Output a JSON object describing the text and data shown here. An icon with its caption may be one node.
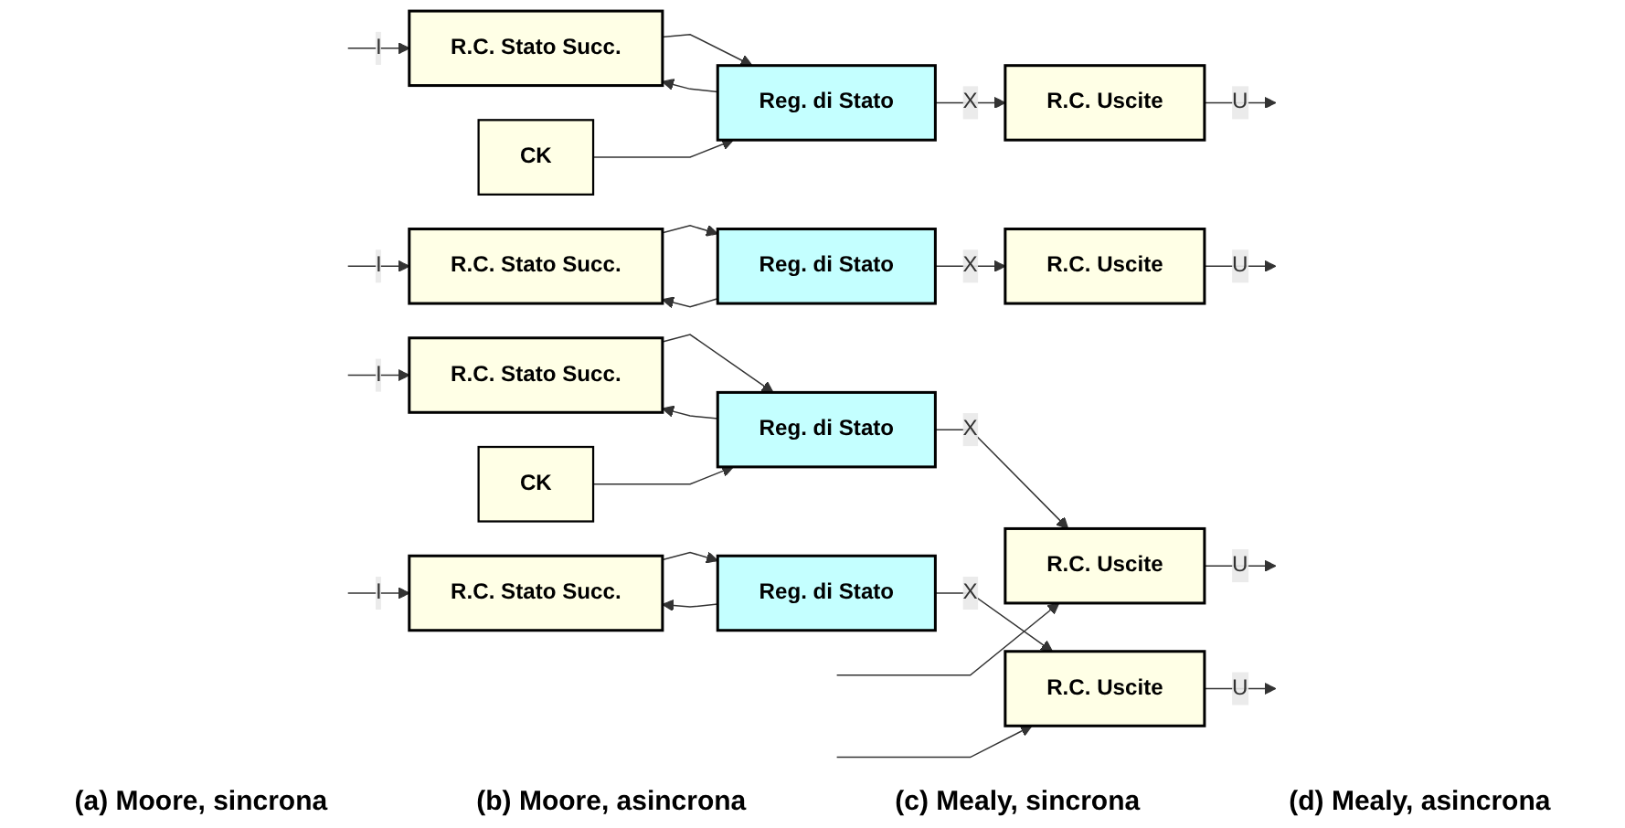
{
  "diagram": {
    "nodes": [
      {
        "text": [
          "R.C. Stato Succ."
        ]
      },
      {
        "text": [
          "Reg. di Stato"
        ]
      },
      {
        "text": [
          "R.C. Uscite"
        ]
      },
      {
        "text": [
          "CK"
        ]
      },
      {
        "text": [
          "R.C. Stato Succ."
        ]
      },
      {
        "text": [
          "Reg. di Stato"
        ]
      },
      {
        "text": [
          "R.C. Uscite"
        ]
      },
      {
        "text": [
          "R.C. Stato Succ."
        ]
      },
      {
        "text": [
          "Reg. di Stato"
        ]
      },
      {
        "text": [
          "R.C. Uscite"
        ]
      },
      {
        "text": [
          "CK"
        ]
      },
      {
        "text": [
          "R.C. Stato Succ."
        ]
      },
      {
        "text": [
          "Reg. di Stato"
        ]
      },
      {
        "text": [
          "R.C. Uscite"
        ]
      }
    ],
    "edges": [
      {
        "from": null,
        "to": 0,
        "arrow": "to",
        "label": "I"
      },
      {
        "from": 0,
        "to": 1,
        "arrow": "to"
      },
      {
        "from": 1,
        "to": 2,
        "arrow": "to",
        "label": "X"
      },
      {
        "from": 1,
        "to": 0,
        "arrow": "to"
      },
      {
        "from": 2,
        "to": null,
        "arrow": "to",
        "label": "U"
      },
      {
        "from": 3,
        "to": 1,
        "arrow": "to"
      },
      {
        "from": null,
        "to": 4,
        "arrow": "to",
        "label": "I"
      },
      {
        "from": 4,
        "to": 5,
        "arrow": "to"
      },
      {
        "from": 5,
        "to": 6,
        "arrow": "to",
        "label": "X"
      },
      {
        "from": 5,
        "to": 4,
        "arrow": "to"
      },
      {
        "from": 6,
        "to": null,
        "arrow": "to",
        "label": "U"
      },
      {
        "from": null,
        "to": 7,
        "arrow": "to",
        "label": "I"
      },
      {
        "from": null,
        "to": 9,
        "arrow": "to"
      },
      {
        "from": 7,
        "to": 8,
        "arrow": "to"
      },
      {
        "from": 8,
        "to": 9,
        "arrow": "to",
        "label": "X"
      },
      {
        "from": 8,
        "to": 7,
        "arrow": "to"
      },
      {
        "from": 9,
        "to": null,
        "arrow": "to",
        "label": "U"
      },
      {
        "from": 10,
        "to": 8,
        "arrow": "to"
      },
      {
        "from": null,
        "to": 11,
        "arrow": "to",
        "label": "I"
      },
      {
        "from": null,
        "to": 13,
        "arrow": "to"
      },
      {
        "from": 11,
        "to": 12,
        "arrow": "to"
      },
      {
        "from": 12,
        "to": 13,
        "arrow": "to",
        "label": "X"
      },
      {
        "from": 12,
        "to": 11,
        "arrow": "to"
      },
      {
        "from": 13,
        "to": null,
        "arrow": "to",
        "label": "U"
      }
    ],
    "labels": [
      "(a) Moore, sincrona",
      "(b) Moore, asincrona",
      "(c) Mealy, sincrona",
      "(d) Mealy, asincrona"
    ]
  }
}
